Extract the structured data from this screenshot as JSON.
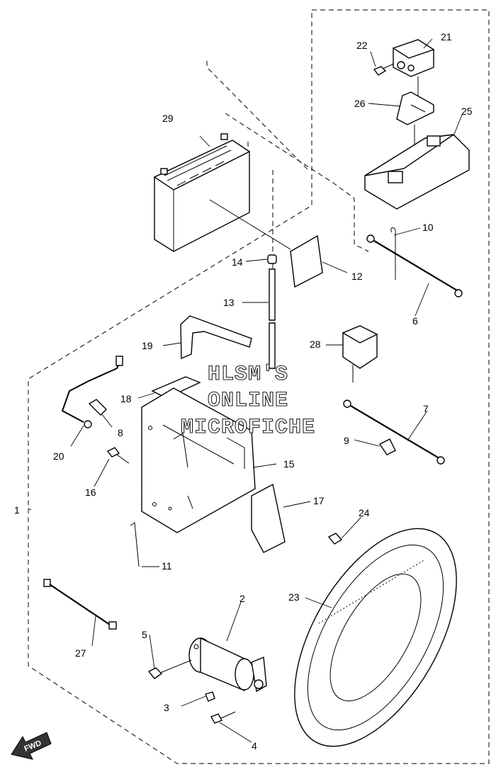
{
  "watermark": {
    "line1": "HLSM'S",
    "line2": "ONLINE",
    "line3": "MICROFICHE"
  },
  "fwd_label": "FWD",
  "callouts": [
    {
      "id": "c1",
      "number": "1"
    },
    {
      "id": "c2",
      "number": "2"
    },
    {
      "id": "c3",
      "number": "3"
    },
    {
      "id": "c4",
      "number": "4"
    },
    {
      "id": "c5",
      "number": "5"
    },
    {
      "id": "c6",
      "number": "6"
    },
    {
      "id": "c7",
      "number": "7"
    },
    {
      "id": "c8",
      "number": "8"
    },
    {
      "id": "c9",
      "number": "9"
    },
    {
      "id": "c10",
      "number": "10"
    },
    {
      "id": "c11",
      "number": "11"
    },
    {
      "id": "c12",
      "number": "12"
    },
    {
      "id": "c13",
      "number": "13"
    },
    {
      "id": "c14",
      "number": "14"
    },
    {
      "id": "c15",
      "number": "15"
    },
    {
      "id": "c16",
      "number": "16"
    },
    {
      "id": "c17",
      "number": "17"
    },
    {
      "id": "c18",
      "number": "18"
    },
    {
      "id": "c19",
      "number": "19"
    },
    {
      "id": "c20",
      "number": "20"
    },
    {
      "id": "c21",
      "number": "21"
    },
    {
      "id": "c22",
      "number": "22"
    },
    {
      "id": "c23",
      "number": "23"
    },
    {
      "id": "c24",
      "number": "24"
    },
    {
      "id": "c25",
      "number": "25"
    },
    {
      "id": "c26",
      "number": "26"
    },
    {
      "id": "c27",
      "number": "27"
    },
    {
      "id": "c28",
      "number": "28"
    },
    {
      "id": "c29",
      "number": "29"
    }
  ]
}
